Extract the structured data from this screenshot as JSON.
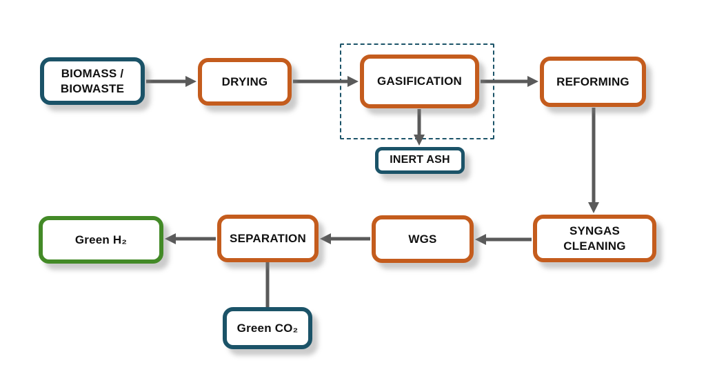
{
  "colors": {
    "teal": "#1b5368",
    "orange": "#c45c1d",
    "green": "#438a27",
    "arrow": "#5a5a5a",
    "text": "#111111",
    "box_fill": "#ffffff"
  },
  "nodes": {
    "biomass": {
      "label": "BIOMASS /\nBIOWASTE",
      "border": "teal"
    },
    "drying": {
      "label": "DRYING",
      "border": "orange"
    },
    "gasification": {
      "label": "GASIFICATION",
      "border": "orange"
    },
    "reforming": {
      "label": "REFORMING",
      "border": "orange"
    },
    "inert_ash": {
      "label": "INERT ASH",
      "border": "teal"
    },
    "syngas_cleaning": {
      "label": "SYNGAS\nCLEANING",
      "border": "orange"
    },
    "wgs": {
      "label": "WGS",
      "border": "orange"
    },
    "separation": {
      "label": "SEPARATION",
      "border": "orange"
    },
    "green_h2": {
      "label": "Green H₂",
      "border": "green"
    },
    "green_co2": {
      "label": "Green CO₂",
      "border": "teal"
    }
  },
  "edges": [
    {
      "from": "biomass",
      "to": "drying",
      "arrowhead": true
    },
    {
      "from": "drying",
      "to": "gasification",
      "arrowhead": true
    },
    {
      "from": "gasification",
      "to": "reforming",
      "arrowhead": true
    },
    {
      "from": "gasification",
      "to": "inert_ash",
      "arrowhead": true
    },
    {
      "from": "reforming",
      "to": "syngas_cleaning",
      "arrowhead": true
    },
    {
      "from": "syngas_cleaning",
      "to": "wgs",
      "arrowhead": true
    },
    {
      "from": "wgs",
      "to": "separation",
      "arrowhead": true
    },
    {
      "from": "separation",
      "to": "green_h2",
      "arrowhead": true
    },
    {
      "from": "separation",
      "to": "green_co2",
      "arrowhead": false
    }
  ]
}
